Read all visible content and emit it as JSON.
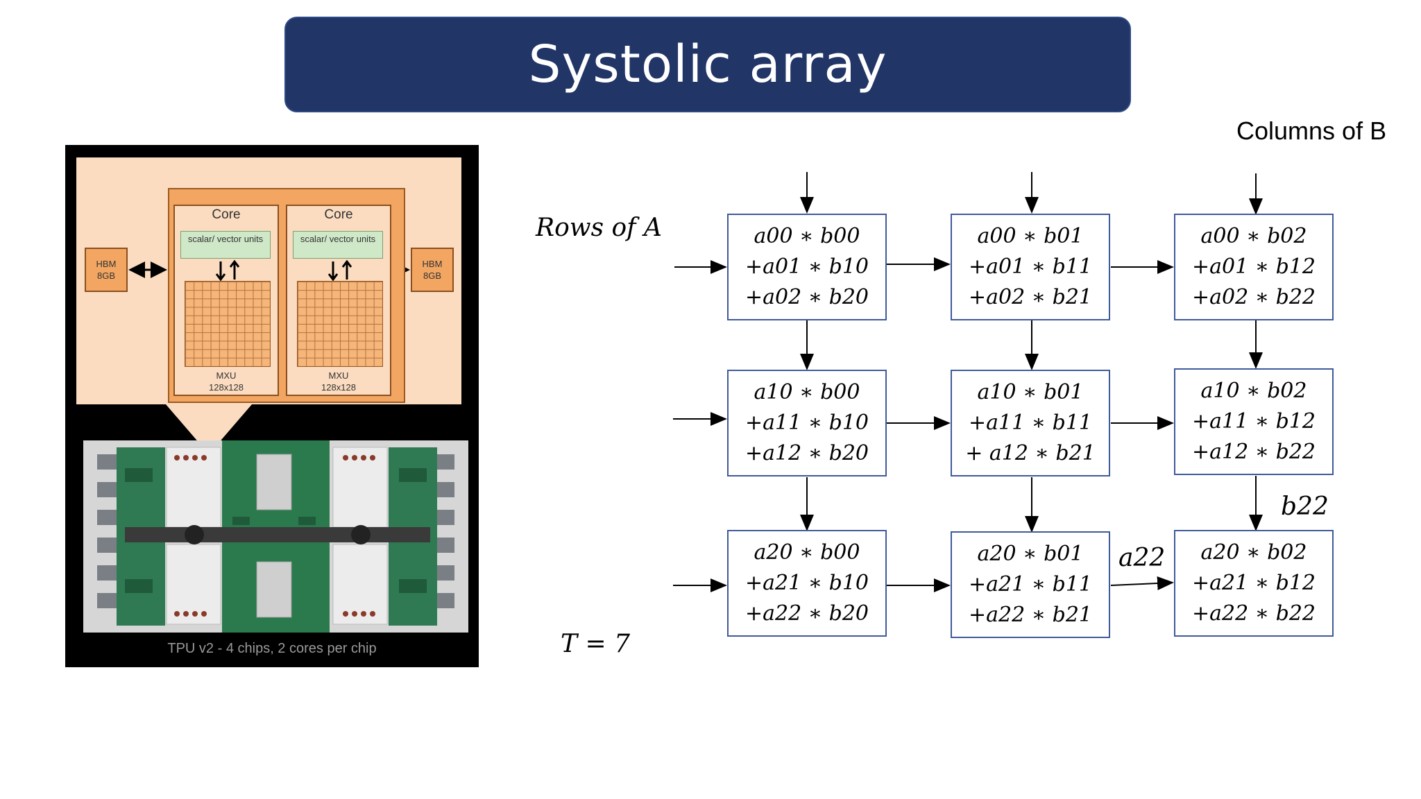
{
  "title": "Systolic array",
  "tpu": {
    "cores": [
      {
        "label": "Core",
        "svu": "scalar/ vector units",
        "mxu_line1": "MXU",
        "mxu_line2": "128x128"
      },
      {
        "label": "Core",
        "svu": "scalar/ vector units",
        "mxu_line1": "MXU",
        "mxu_line2": "128x128"
      }
    ],
    "hbm": [
      {
        "line1": "HBM",
        "line2": "8GB"
      },
      {
        "line1": "HBM",
        "line2": "8GB"
      }
    ],
    "caption": "TPU v2 - 4 chips, 2 cores per chip"
  },
  "labels": {
    "columns": "Columns of B",
    "rows": "Rows of A",
    "time": "T = 7",
    "a_input": "a22",
    "b_input": "b22"
  },
  "cells": [
    [
      "a00 ∗ b00",
      "+a01 ∗ b10",
      "+a02 ∗ b20"
    ],
    [
      "a00 ∗ b01",
      "+a01 ∗ b11",
      "+a02 ∗ b21"
    ],
    [
      "a00 ∗ b02",
      "+a01 ∗ b12",
      "+a02 ∗ b22"
    ],
    [
      "a10 ∗ b00",
      "+a11 ∗ b10",
      "+a12 ∗ b20"
    ],
    [
      "a10 ∗ b01",
      "+a11 ∗ b11",
      "+ a12 ∗ b21"
    ],
    [
      "a10 ∗ b02",
      "+a11 ∗ b12",
      "+a12 ∗ b22"
    ],
    [
      "a20 ∗ b00",
      "+a21 ∗ b10",
      "+a22 ∗ b20"
    ],
    [
      "a20 ∗ b01",
      "+a21 ∗ b11",
      "+a22 ∗ b21"
    ],
    [
      "a20 ∗ b02",
      "+a21 ∗ b12",
      "+a22 ∗ b22"
    ]
  ]
}
